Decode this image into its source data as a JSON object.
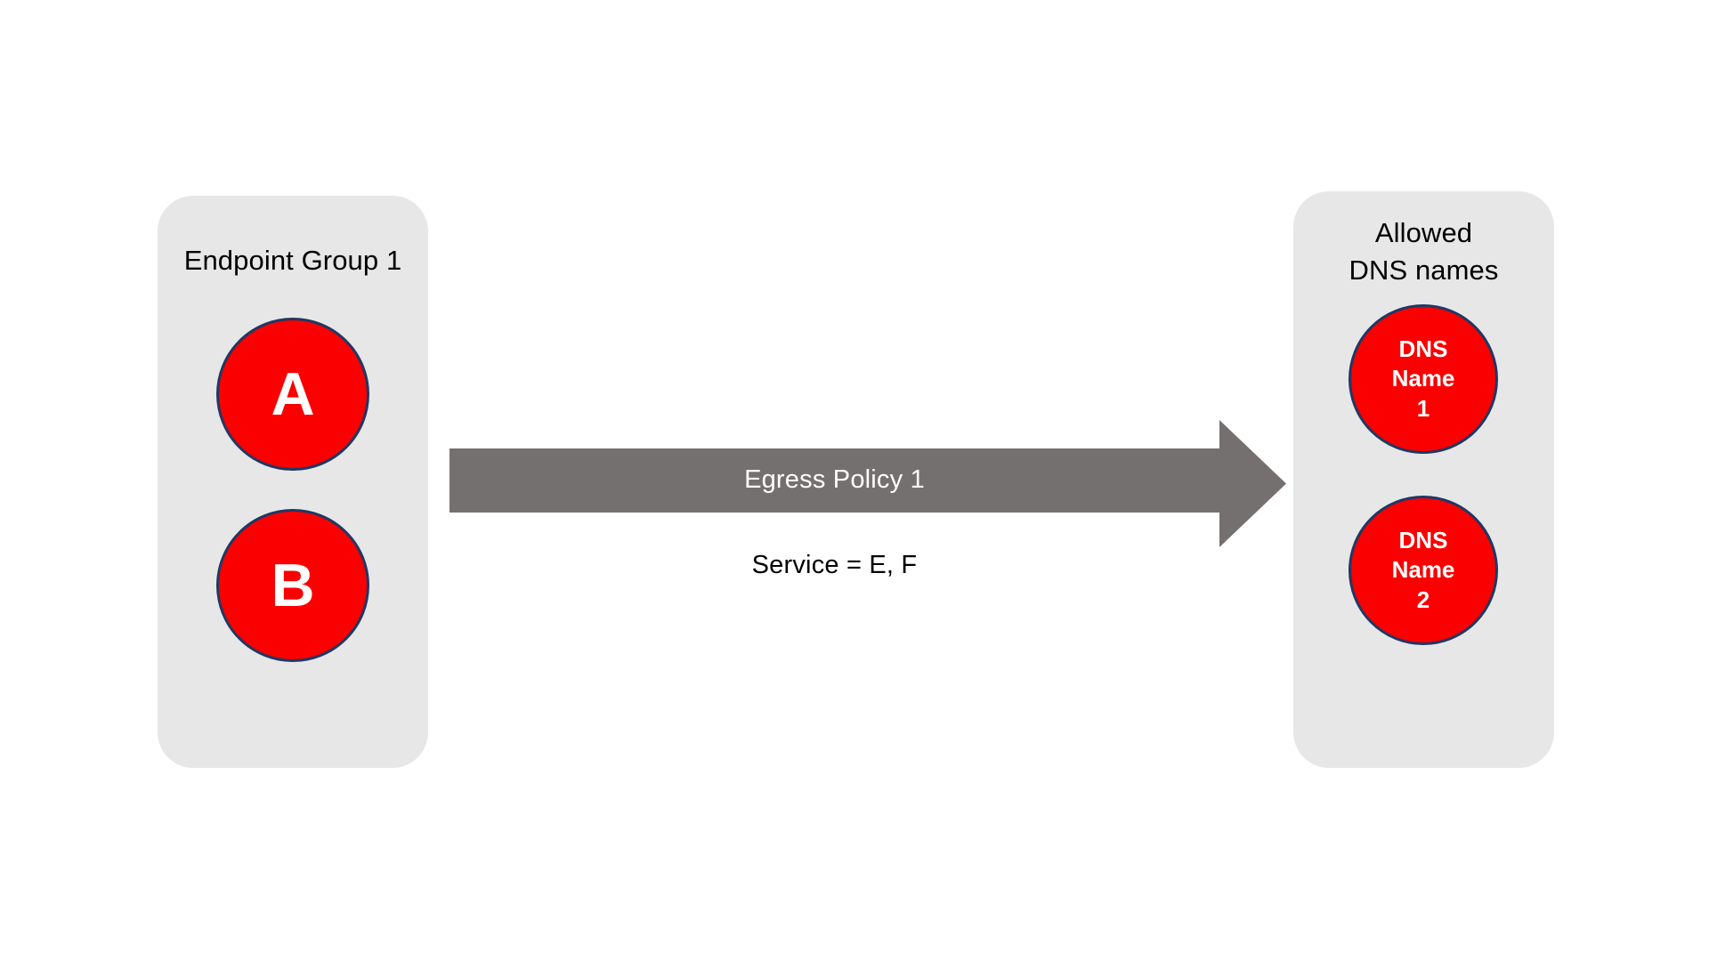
{
  "diagram": {
    "type": "network-policy-diagram",
    "background_color": "#ffffff",
    "palette": {
      "panel_fill": "#e7e7e7",
      "node_fill": "#fa0000",
      "node_border": "#1f3864",
      "arrow_fill": "#757070",
      "arrow_label_color": "#ffffff",
      "text_color": "#000000"
    }
  },
  "source_group": {
    "title": "Endpoint Group 1",
    "nodes": [
      {
        "label": "A",
        "name": "endpoint-a"
      },
      {
        "label": "B",
        "name": "endpoint-b"
      }
    ]
  },
  "destination_group": {
    "title": "Allowed\nDNS names",
    "nodes": [
      {
        "label": "DNS\nName\n1",
        "name": "dns-name-1"
      },
      {
        "label": "DNS\nName\n2",
        "name": "dns-name-2"
      }
    ]
  },
  "policy": {
    "arrow_label": "Egress Policy 1",
    "service_label": "Service = E, F",
    "direction": "left-to-right"
  }
}
